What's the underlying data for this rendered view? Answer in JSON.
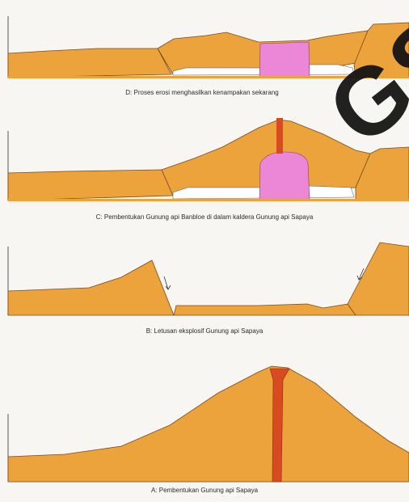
{
  "captions": {
    "d": "D: Proses erosi menghasilkan kenampakan sekarang",
    "c": "C: Pembentukan Gunung api Banbloe di dalam kaldera Gunung api Sapaya",
    "b": "B: Letusan eksplosif Gunung api Sapaya",
    "a": "A: Pembentukan Gunung api Sapaya"
  },
  "watermark_text": "GS",
  "colors": {
    "rock": "#eda33c",
    "rock_edge": "#7a4a1a",
    "intrusion": "#ec86d7",
    "conduit": "#d84a22",
    "lake": "#ffffff",
    "background": "#f7f6f2"
  }
}
